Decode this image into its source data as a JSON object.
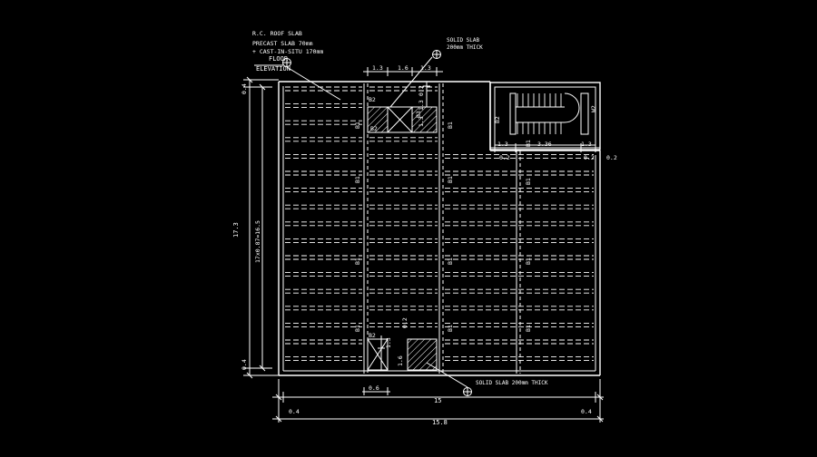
{
  "drawing": {
    "background": "#000000",
    "line_color": "#ffffff",
    "notes": {
      "roof_line1": "R.C. ROOF SLAB",
      "roof_line2": "PRECAST SLAB 70mm",
      "roof_line3": "+ CAST-IN-SITU 170mm",
      "floor": "FLOOR",
      "elevation": "ELEVATION",
      "solid_top_line1": "SOLID SLAB",
      "solid_top_line2": "200mm THICK",
      "solid_bottom": "SOLID SLAB 200mm THICK"
    },
    "dims": {
      "top_1": "1.3",
      "top_2": "1.6",
      "top_3": "1.3",
      "left_top": "0.4",
      "left_bottom": "0.4",
      "left_total": "17.3",
      "left_inner": "17x0.87=16.5",
      "bottom_inner": "15",
      "bottom_total": "15.8",
      "bottom_left": "0.4",
      "bottom_right": "0.4",
      "bottom_small": "0.6",
      "opening_vert_a": "0.2",
      "opening_vert_b": "1.3",
      "opening_vert_c": "1.3",
      "bottom_open_a": "0.2",
      "bottom_open_b": "1.3",
      "bottom_open_c": "1.6",
      "stair_1": "1.3",
      "stair_2": "3.36",
      "stair_3": "1.3",
      "stair_left": "0.2",
      "stair_right": "0.2",
      "stair_right2": "0.2"
    },
    "beams": {
      "b1": "B1",
      "b2": "B2",
      "b3": "B3",
      "w2": "W2"
    }
  }
}
